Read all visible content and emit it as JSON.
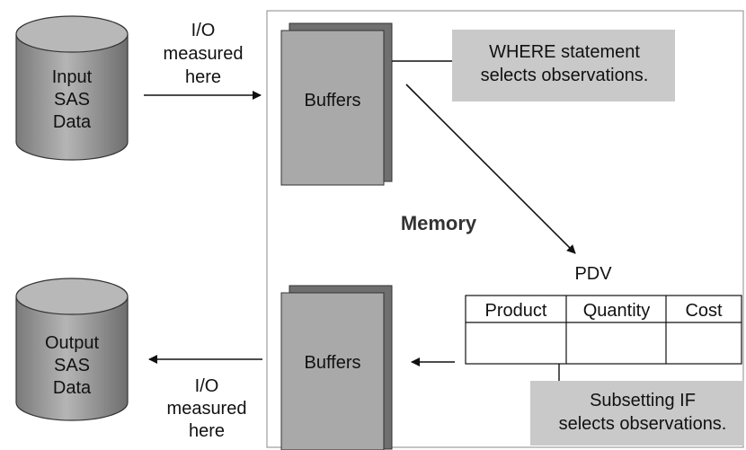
{
  "input_db": {
    "lines": [
      "Input",
      "SAS",
      "Data"
    ]
  },
  "output_db": {
    "lines": [
      "Output",
      "SAS",
      "Data"
    ]
  },
  "io_top": {
    "lines": [
      "I/O",
      "measured",
      "here"
    ]
  },
  "io_bottom": {
    "lines": [
      "I/O",
      "measured",
      "here"
    ]
  },
  "buffers_top": {
    "label": "Buffers"
  },
  "buffers_bottom": {
    "label": "Buffers"
  },
  "memory": {
    "label": "Memory"
  },
  "where_note": {
    "lines": [
      "WHERE statement",
      "selects observations."
    ]
  },
  "pdv": {
    "label": "PDV",
    "columns": [
      "Product",
      "Quantity",
      "Cost"
    ]
  },
  "if_note": {
    "lines": [
      "Subsetting IF",
      "selects observations."
    ]
  },
  "colors": {
    "cylinder_fill": "#9e9e9e",
    "cylinder_top": "#b8b8b8",
    "buffer_front": "#a9a9a9",
    "buffer_back": "#6f6f6f",
    "note_fill": "#c9c9c9",
    "memory_border": "#8a8a8a"
  }
}
